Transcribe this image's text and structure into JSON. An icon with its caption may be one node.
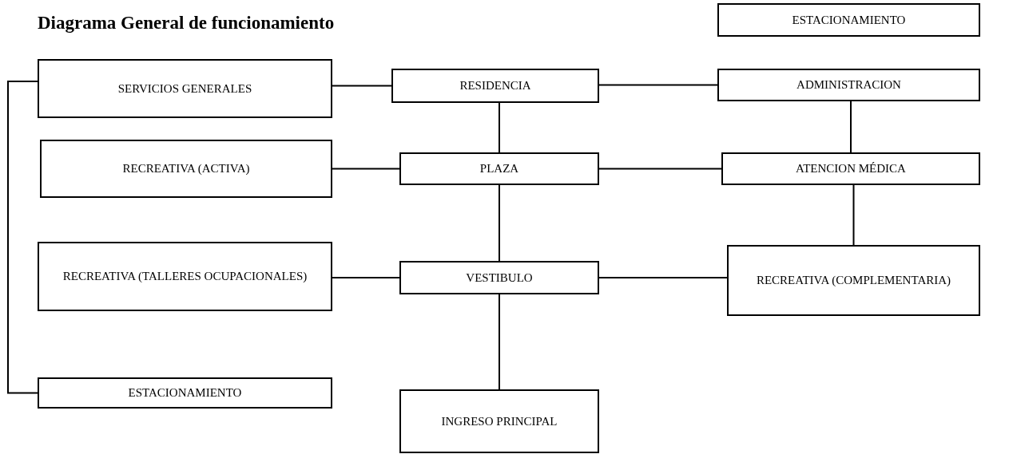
{
  "diagram": {
    "title": "Diagrama General de funcionamiento",
    "nodes": [
      {
        "text": [
          "ESTACIONAMIENTO"
        ]
      },
      {
        "text": [
          "SERVICIOS GENERALES"
        ]
      },
      {
        "text": [
          "RESIDENCIA"
        ]
      },
      {
        "text": [
          "ADMINISTRACION"
        ]
      },
      {
        "text": [
          "RECREATIVA (ACTIVA)"
        ]
      },
      {
        "text": [
          "PLAZA"
        ]
      },
      {
        "text": [
          "ATENCION MÉDICA"
        ]
      },
      {
        "text": [
          "RECREATIVA (TALLERES OCUPACIONALES)"
        ]
      },
      {
        "text": [
          "VESTIBULO"
        ]
      },
      {
        "text": [
          "RECREATIVA (COMPLEMENTARIA)"
        ]
      },
      {
        "text": [
          "ESTACIONAMIENTO"
        ]
      },
      {
        "text": [
          "INGRESO PRINCIPAL"
        ]
      }
    ],
    "edges": [
      {
        "from": 1,
        "to": 2,
        "arrow": "none"
      },
      {
        "from": 2,
        "to": 3,
        "arrow": "none"
      },
      {
        "from": 2,
        "to": 5,
        "arrow": "none"
      },
      {
        "from": 3,
        "to": 6,
        "arrow": "none"
      },
      {
        "from": 4,
        "to": 5,
        "arrow": "none"
      },
      {
        "from": 5,
        "to": 6,
        "arrow": "none"
      },
      {
        "from": 5,
        "to": 8,
        "arrow": "none"
      },
      {
        "from": 6,
        "to": 9,
        "arrow": "none"
      },
      {
        "from": 7,
        "to": 8,
        "arrow": "none"
      },
      {
        "from": 8,
        "to": 9,
        "arrow": "none"
      },
      {
        "from": 8,
        "to": 11,
        "arrow": "none"
      },
      {
        "from": 1,
        "to": 10,
        "arrow": "none"
      }
    ]
  }
}
